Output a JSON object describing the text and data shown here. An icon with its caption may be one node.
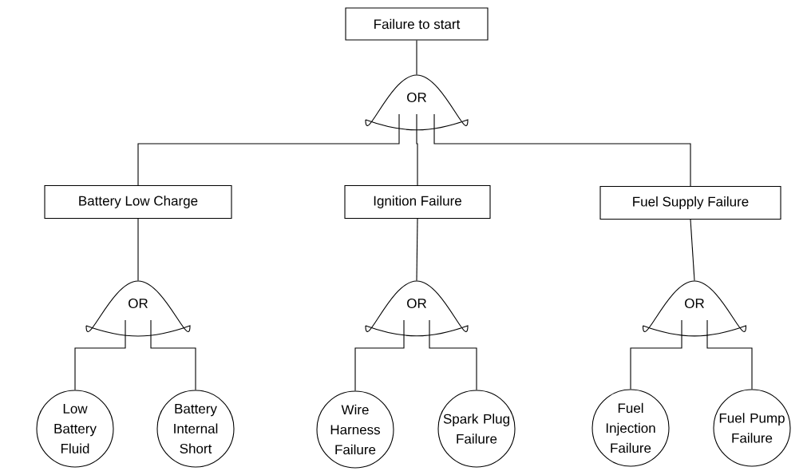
{
  "diagram": {
    "nodes": [
      {
        "text": [
          "Failure to start"
        ]
      },
      {
        "text": [
          "OR"
        ]
      },
      {
        "text": [
          "Battery Low Charge"
        ]
      },
      {
        "text": [
          "Ignition Failure"
        ]
      },
      {
        "text": [
          "Fuel Supply Failure"
        ]
      },
      {
        "text": [
          "OR"
        ]
      },
      {
        "text": [
          "OR"
        ]
      },
      {
        "text": [
          "OR"
        ]
      },
      {
        "text": [
          "Low Battery Fluid"
        ]
      },
      {
        "text": [
          "Battery Internal Short"
        ]
      },
      {
        "text": [
          "Wire Harness Failure"
        ]
      },
      {
        "text": [
          "Spark Plug Failure"
        ]
      },
      {
        "text": [
          "Fuel Injection Failure"
        ]
      },
      {
        "text": [
          "Fuel Pump Failure"
        ]
      }
    ],
    "edges": [
      {
        "from": 0,
        "to": 1,
        "arrow": "none"
      },
      {
        "from": 1,
        "to": 2,
        "arrow": "none"
      },
      {
        "from": 1,
        "to": 3,
        "arrow": "none"
      },
      {
        "from": 1,
        "to": 4,
        "arrow": "none"
      },
      {
        "from": 2,
        "to": 5,
        "arrow": "none"
      },
      {
        "from": 3,
        "to": 6,
        "arrow": "none"
      },
      {
        "from": 4,
        "to": 7,
        "arrow": "none"
      },
      {
        "from": 5,
        "to": 8,
        "arrow": "none"
      },
      {
        "from": 5,
        "to": 9,
        "arrow": "none"
      },
      {
        "from": 6,
        "to": 10,
        "arrow": "none"
      },
      {
        "from": 6,
        "to": 11,
        "arrow": "none"
      },
      {
        "from": 7,
        "to": 12,
        "arrow": "none"
      },
      {
        "from": 7,
        "to": 13,
        "arrow": "none"
      }
    ]
  }
}
